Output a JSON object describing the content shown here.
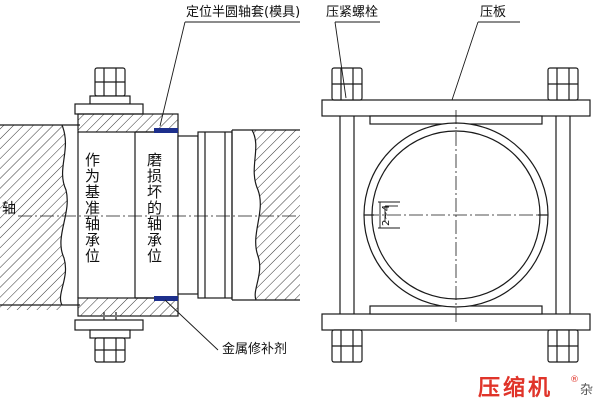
{
  "labels": {
    "mold_sleeve": "定位半圆轴套(模具)",
    "clamp_bolt": "压紧螺栓",
    "pressure_plate": "压板",
    "shaft": "轴",
    "datum_bearing": "作为基准轴承位",
    "worn_bearing": "磨损坏的轴承位",
    "metal_compound": "金属修补剂",
    "gap_dim": "2~4"
  },
  "watermark": {
    "brand": "压缩机",
    "registered": "®",
    "suffix": "杂"
  },
  "colors": {
    "line": "#1a1a1a",
    "hatch": "#333333",
    "compound": "#1d2f8c",
    "watermark": "#e0342a"
  }
}
